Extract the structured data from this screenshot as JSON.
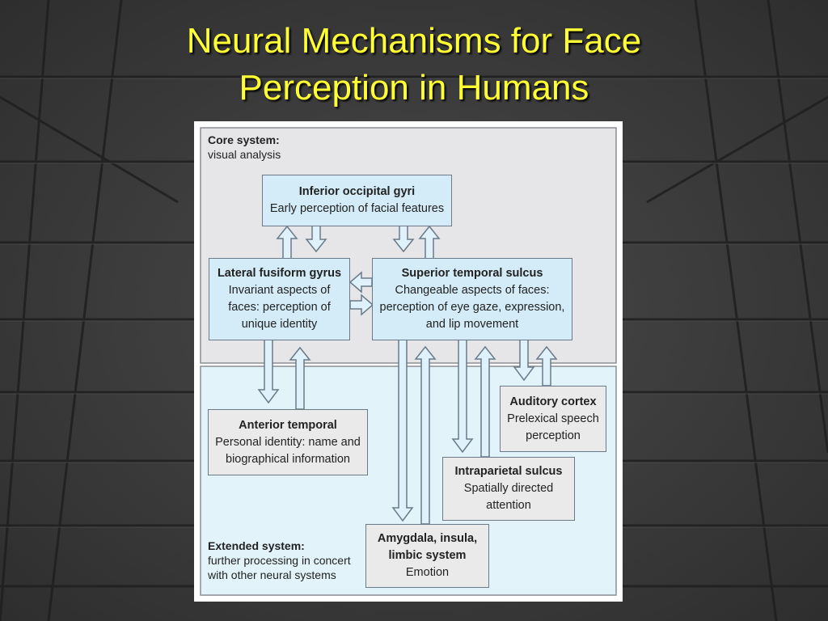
{
  "title": {
    "line1": "Neural Mechanisms for Face",
    "line2": "Perception in Humans"
  },
  "core_system": {
    "heading": "Core system:",
    "subheading": "visual analysis"
  },
  "extended_system": {
    "heading": "Extended system:",
    "line1": "further processing in concert",
    "line2": "with other neural systems"
  },
  "nodes": {
    "inferior_occipital": {
      "title": "Inferior occipital gyri",
      "line1": "Early perception of facial features"
    },
    "lateral_fusiform": {
      "title": "Lateral fusiform gyrus",
      "line1": "Invariant aspects of",
      "line2": "faces: perception of",
      "line3": "unique identity"
    },
    "superior_temporal": {
      "title": "Superior temporal sulcus",
      "line1": "Changeable aspects of faces:",
      "line2": "perception of eye gaze, expression,",
      "line3": "and lip movement"
    },
    "auditory_cortex": {
      "title": "Auditory cortex",
      "line1": "Prelexical speech",
      "line2": "perception"
    },
    "anterior_temporal": {
      "title": "Anterior temporal",
      "line1": "Personal identity: name and",
      "line2": "biographical information"
    },
    "intraparietal": {
      "title": "Intraparietal sulcus",
      "line1": "Spatially directed",
      "line2": "attention"
    },
    "amygdala": {
      "title": "Amygdala, insula,",
      "title2": "limbic system",
      "line1": "Emotion"
    }
  },
  "colors": {
    "title": "#ffff33",
    "core_bg": "#e6e6e9",
    "extended_bg": "#e2f4fa",
    "blue_box": "#d3ecf8",
    "gray_box": "#eaeaea",
    "arrow_stroke": "#6a7a88"
  }
}
